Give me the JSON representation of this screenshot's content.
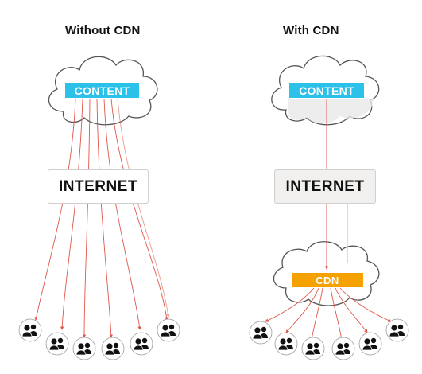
{
  "left_panel": {
    "title": "Without CDN",
    "content_label": "CONTENT",
    "internet_label": "INTERNET"
  },
  "right_panel": {
    "title": "With CDN",
    "content_label": "CONTENT",
    "internet_label": "INTERNET",
    "cdn_label": "CDN"
  },
  "colors": {
    "content_tag": "#2bc1e8",
    "cdn_tag": "#f5a100",
    "arrow": "#e0564a",
    "cloud_outline": "#555555",
    "user_icon": "#111111",
    "divider": "#d0d0d0"
  },
  "icons": [
    "cloud-icon",
    "users-icon"
  ]
}
